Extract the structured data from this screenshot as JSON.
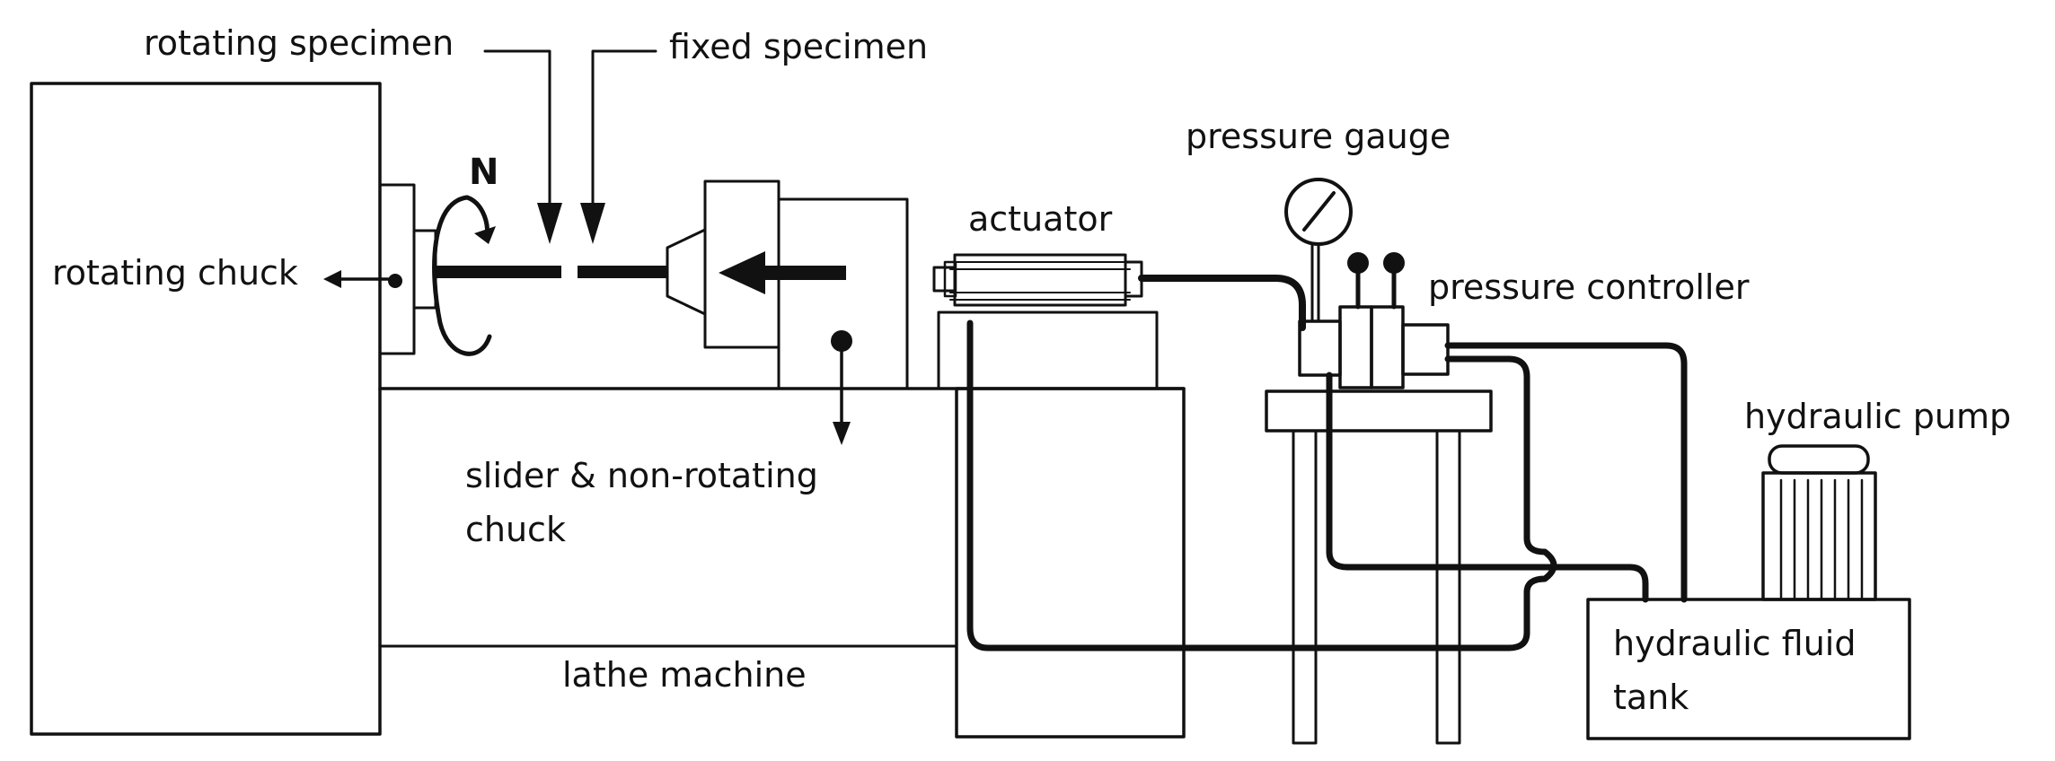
{
  "labels": {
    "rotating_specimen": "rotating specimen",
    "fixed_specimen": "fixed specimen",
    "rotating_chuck": "rotating chuck",
    "n_symbol": "N",
    "actuator": "actuator",
    "pressure_gauge": "pressure gauge",
    "pressure_controller": "pressure controller",
    "hydraulic_pump": "hydraulic pump",
    "slider_line1": "slider & non-rotating",
    "slider_line2": "chuck",
    "lathe_machine": "lathe machine",
    "tank_line1": "hydraulic fluid",
    "tank_line2": "tank"
  },
  "colors": {
    "line": "#111111",
    "background": "#ffffff"
  }
}
